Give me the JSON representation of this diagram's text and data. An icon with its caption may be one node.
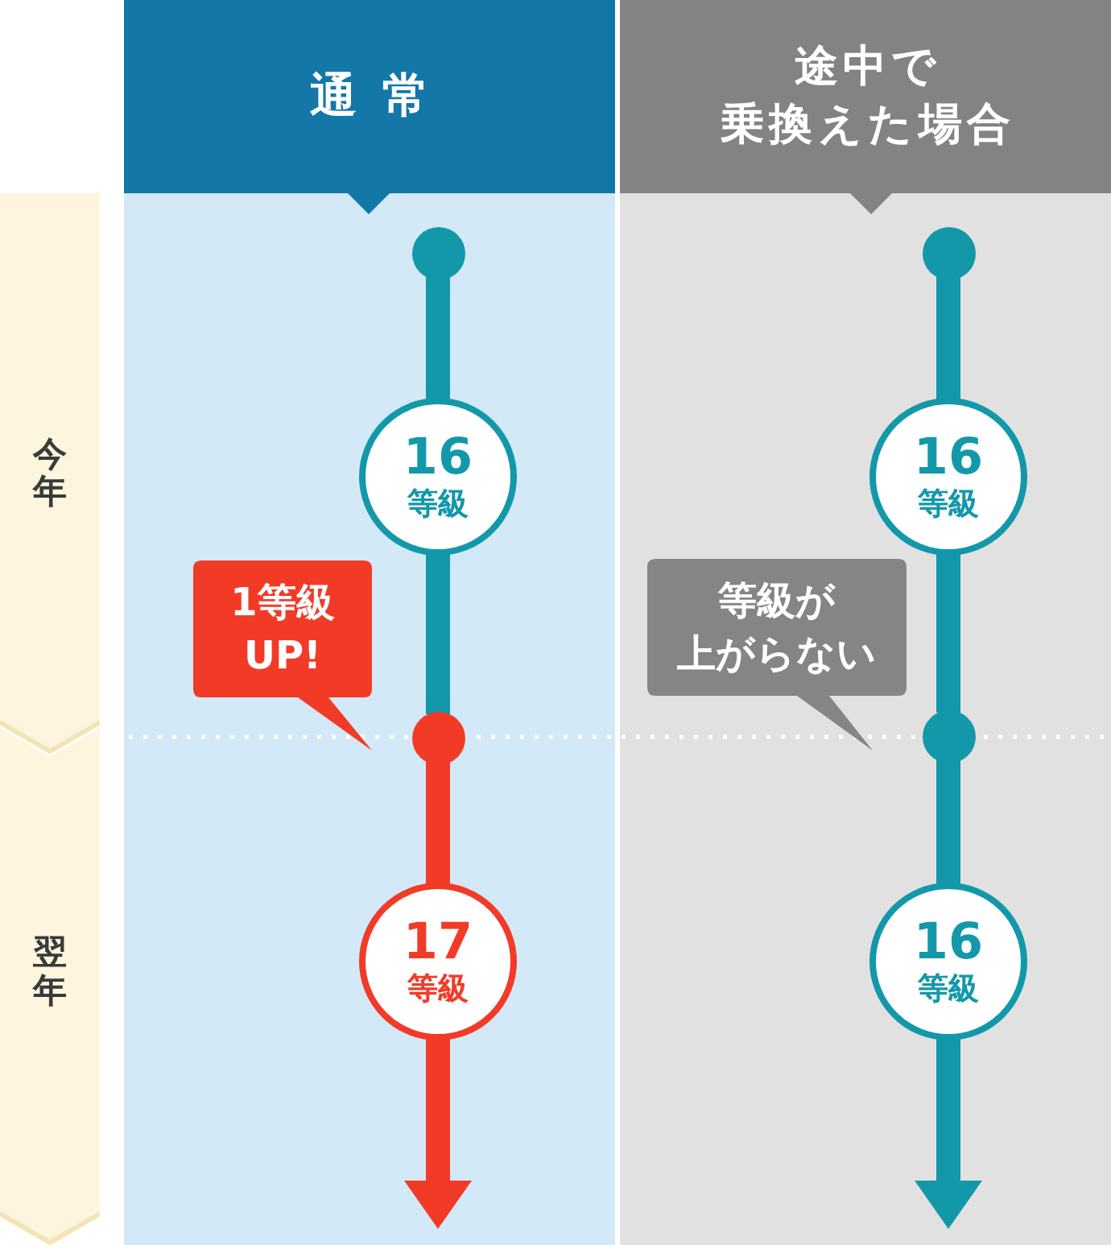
{
  "diagram": {
    "nodes": [
      {
        "text": [
          "今年"
        ]
      },
      {
        "text": [
          "翌年"
        ]
      },
      {
        "text": [
          "通常"
        ]
      },
      {
        "text": [],
        "shape": "circle",
        "in": 2
      },
      {
        "text": [
          "16",
          "等級"
        ],
        "in": 2
      },
      {
        "text": [
          "1等級 UP!"
        ],
        "in": 2
      },
      {
        "text": [],
        "shape": "circle",
        "in": 2
      },
      {
        "text": [
          "17",
          "等級"
        ],
        "in": 2
      },
      {
        "text": [
          "途中で乗換えた場合"
        ]
      },
      {
        "text": [],
        "shape": "circle",
        "in": 8
      },
      {
        "text": [
          "16",
          "等級"
        ],
        "in": 8
      },
      {
        "text": [
          "等級が上がらない"
        ],
        "in": 8
      },
      {
        "text": [],
        "shape": "circle",
        "in": 8
      },
      {
        "text": [
          "16",
          "等級"
        ],
        "in": 8
      }
    ],
    "edges": [
      {
        "from": 3,
        "to": 4,
        "arrow": "none"
      },
      {
        "from": 4,
        "to": 6,
        "arrow": "none"
      },
      {
        "from": 6,
        "to": 7,
        "arrow": "none",
        "color": "#f23b27"
      },
      {
        "from": 7,
        "to": null,
        "arrow": "to",
        "color": "#f23b27"
      },
      {
        "from": 9,
        "to": 10,
        "arrow": "none"
      },
      {
        "from": 10,
        "to": 12,
        "arrow": "none"
      },
      {
        "from": 12,
        "to": 13,
        "arrow": "none"
      },
      {
        "from": 13,
        "to": null,
        "arrow": "to"
      }
    ]
  }
}
